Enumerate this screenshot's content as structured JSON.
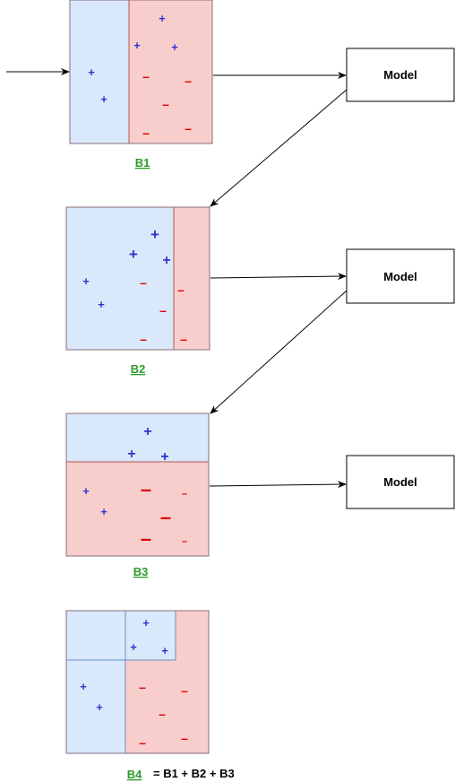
{
  "colors": {
    "blue_fill": "#dae8fc",
    "red_fill": "#f8cecc",
    "plus": "#3333cc",
    "minus": "#dd0000",
    "label_green": "#2a9c2a",
    "border": "#8a6d7d",
    "blue_border": "#6c8ebf"
  },
  "models": [
    {
      "label": "Model"
    },
    {
      "label": "Model"
    },
    {
      "label": "Model"
    }
  ],
  "boxes": [
    {
      "label": "B1"
    },
    {
      "label": "B2"
    },
    {
      "label": "B3"
    },
    {
      "label": "B4"
    }
  ],
  "equation": "= B1 + B2 + B3",
  "symbols": {
    "plus": "+",
    "minus": "–"
  }
}
